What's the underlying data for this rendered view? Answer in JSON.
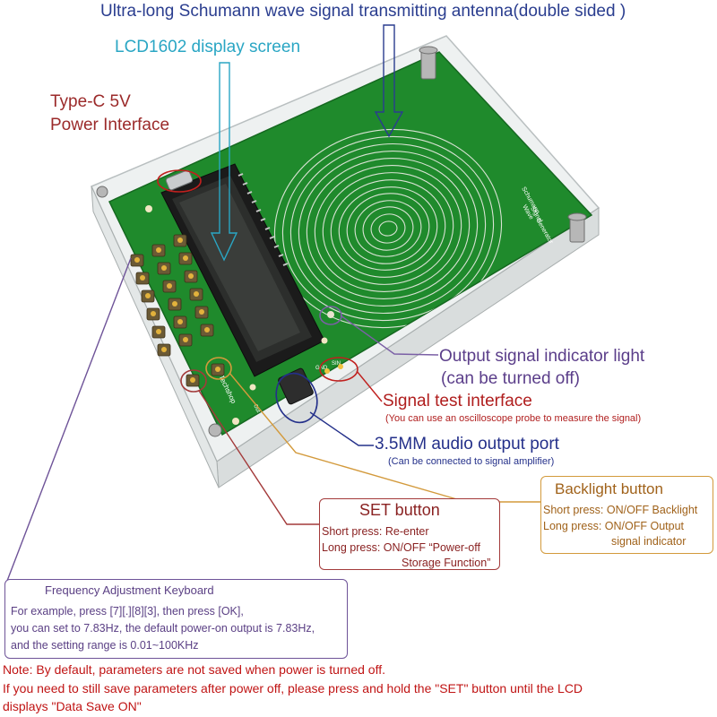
{
  "labels": {
    "antenna": "Ultra-long Schumann wave signal transmitting antenna(double sided )",
    "lcd": "LCD1602 display screen",
    "typec_line1": "Type-C 5V",
    "typec_line2": "Power Interface",
    "indicator_line1": "Output signal indicator light",
    "indicator_line2": "(can be turned off)",
    "signal_test": "Signal test interface",
    "signal_test_note": "(You can use an oscilloscope probe to measure the signal)",
    "audio": "3.5MM audio output port",
    "audio_note": "(Can be connected to signal amplifier)"
  },
  "board": {
    "silkscreen_side": [
      "Schumann",
      "Wave",
      "Signal",
      "Generator"
    ],
    "silkscreen_bottom": "Techshop",
    "pin_labels": [
      "GND",
      "SIN",
      "Out"
    ]
  },
  "backlight_box": {
    "title": "Backlight button",
    "lines": [
      "Short press: ON/OFF Backlight",
      "Long press: ON/OFF Output",
      "signal indicator"
    ]
  },
  "set_box": {
    "title": "SET button",
    "lines": [
      "Short press: Re-enter",
      "Long press: ON/OFF “Power-off",
      "Storage Function”"
    ]
  },
  "keyboard_box": {
    "title": "Frequency Adjustment Keyboard",
    "lines": [
      "For example, press [7][.][8][3], then press [OK],",
      "you can set to 7.83Hz, the default power-on output is 7.83Hz,",
      "and the setting range is 0.01~100KHz"
    ]
  },
  "note": {
    "line1": "Note: By default, parameters are not saved when power is turned off.",
    "line2": "If you need to still save parameters after power off, please press and hold the \"SET\" button until the LCD",
    "line3": "displays \"Data Save ON\""
  },
  "colors": {
    "pcb": "#1f8a2c",
    "antenna_label": "#2a3d8f",
    "lcd_label": "#2aa6c4",
    "power_label": "#9b2a2a",
    "indicator_label": "#5b3e8a",
    "signal_test_label": "#b01e1e",
    "audio_label": "#24308a",
    "backlight_label": "#d39a3c",
    "note_text": "#c01414"
  }
}
